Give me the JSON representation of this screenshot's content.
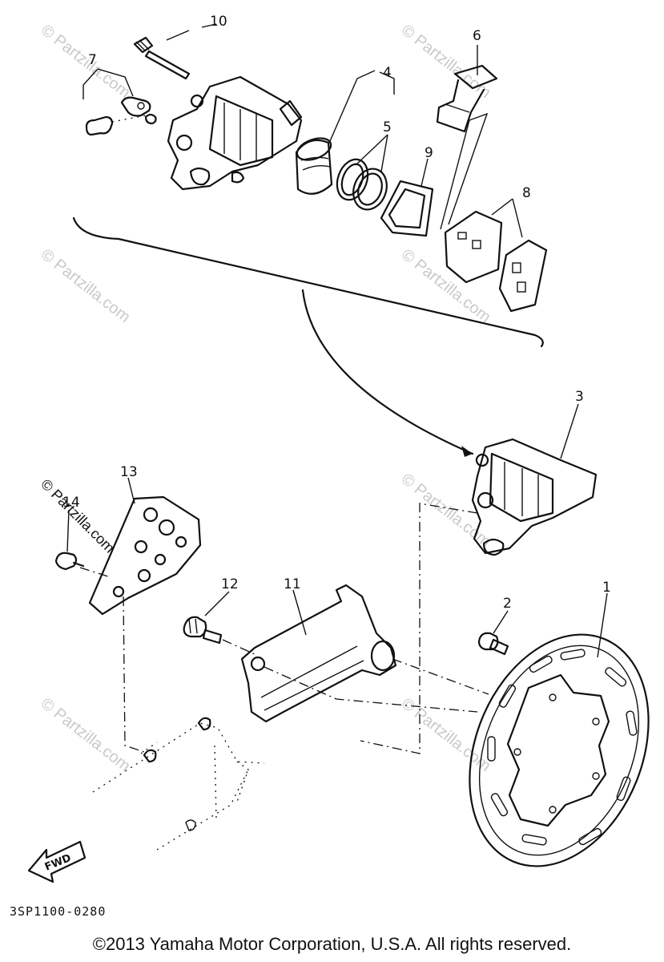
{
  "labels": {
    "p1": "1",
    "p2": "2",
    "p3": "3",
    "p4": "4",
    "p5": "5",
    "p6": "6",
    "p7": "7",
    "p8": "8",
    "p9": "9",
    "p10": "10",
    "p11": "11",
    "p12": "12",
    "p13": "13",
    "p14": "14"
  },
  "fwd_label": "FWD",
  "watermark": "© Partzilla.com",
  "diagram_code": "3SP1100-0280",
  "copyright": "©2013  Yamaha Motor Corporation, U.S.A. All rights reserved."
}
